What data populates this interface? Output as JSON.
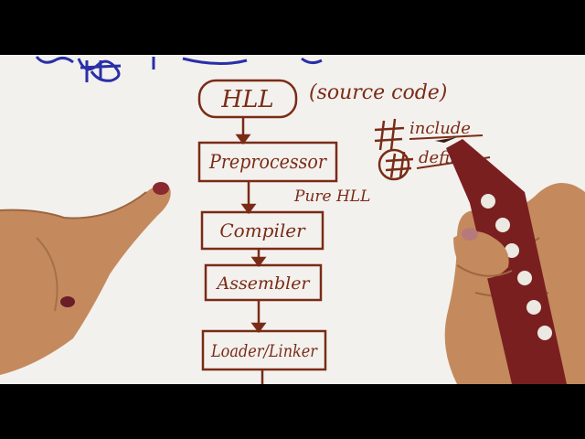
{
  "nodes": [
    {
      "id": "hll",
      "label": "HLL"
    },
    {
      "id": "pre",
      "label": "Preprocessor"
    },
    {
      "id": "comp",
      "label": "Compiler"
    },
    {
      "id": "asm",
      "label": "Assembler"
    },
    {
      "id": "load",
      "label": "Loader/Linker"
    }
  ],
  "annotations": {
    "source_code": "(source code)",
    "pure_hll": "Pure HLL",
    "include": "include",
    "define": "define"
  },
  "colors": {
    "ink": "#7a2b16",
    "blue_ink": "#2a2fa8",
    "paper": "#f3f1ee",
    "skin": "#c48a5e"
  }
}
